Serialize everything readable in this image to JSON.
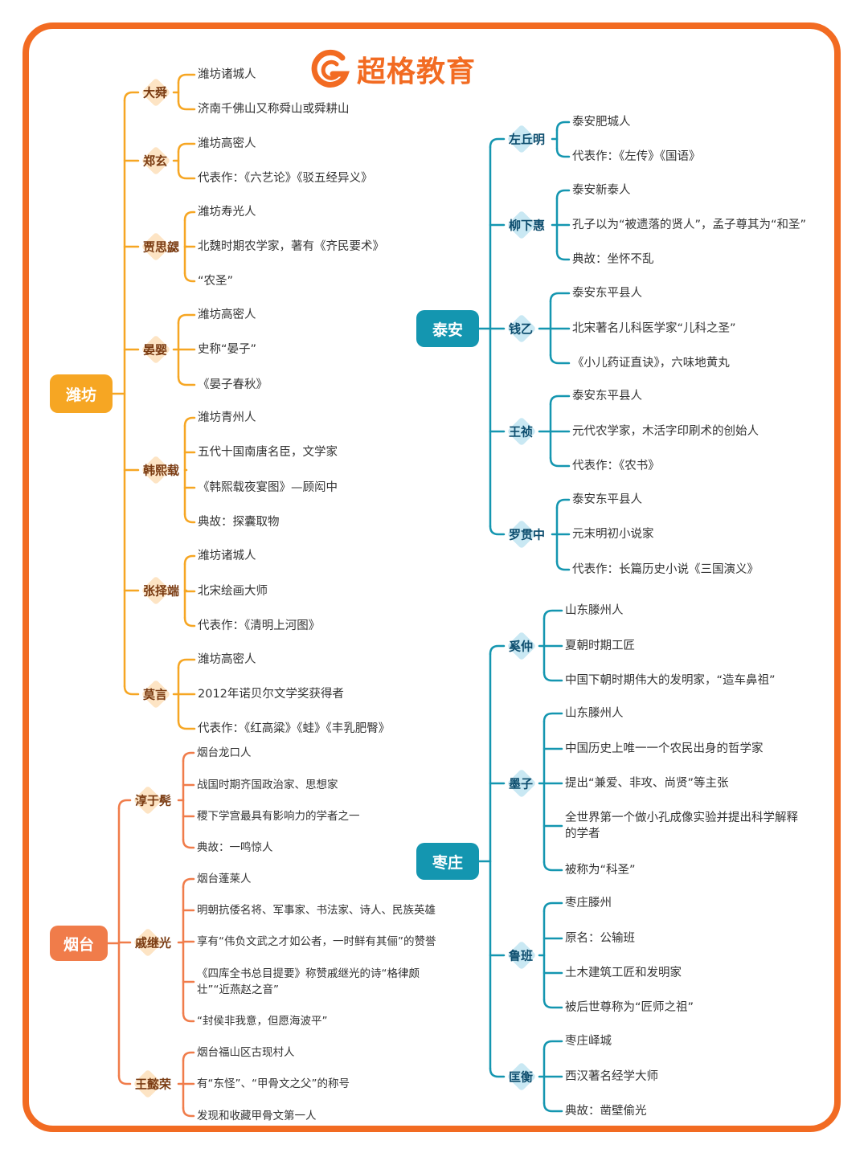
{
  "brand": {
    "name": "超格教育",
    "color": "#f26b22"
  },
  "colors": {
    "weifang": "#f6a623",
    "yantai": "#f07c4a",
    "blue": "#1496b0",
    "badge_orange": "#fde4c4",
    "badge_blue": "#c9e8f3"
  },
  "groups": [
    {
      "key": "weifang",
      "name": "潍坊",
      "people": [
        {
          "name": "大舜",
          "facts": [
            "潍坊诸城人",
            "济南千佛山又称舜山或舜耕山"
          ]
        },
        {
          "name": "郑玄",
          "facts": [
            "潍坊高密人",
            "代表作：《六艺论》《驳五经异义》"
          ]
        },
        {
          "name": "贾思勰",
          "facts": [
            "潍坊寿光人",
            "北魏时期农学家，著有《齐民要术》",
            "“农圣”"
          ]
        },
        {
          "name": "晏婴",
          "facts": [
            "潍坊高密人",
            "史称“晏子”",
            "《晏子春秋》"
          ]
        },
        {
          "name": "韩熙载",
          "facts": [
            "潍坊青州人",
            "五代十国南唐名臣，文学家",
            "《韩熙载夜宴图》—顾闳中",
            "典故：探囊取物"
          ]
        },
        {
          "name": "张择端",
          "facts": [
            "潍坊诸城人",
            "北宋绘画大师",
            "代表作：《清明上河图》"
          ]
        },
        {
          "name": "莫言",
          "facts": [
            "潍坊高密人",
            "2012年诺贝尔文学奖获得者",
            "代表作：《红高粱》《蛙》《丰乳肥臀》"
          ]
        }
      ]
    },
    {
      "key": "yantai",
      "name": "烟台",
      "people": [
        {
          "name": "淳于髡",
          "facts": [
            "烟台龙口人",
            "战国时期齐国政治家、思想家",
            "稷下学宫最具有影响力的学者之一",
            "典故：一鸣惊人"
          ]
        },
        {
          "name": "戚继光",
          "facts": [
            "烟台蓬莱人",
            "明朝抗倭名将、军事家、书法家、诗人、民族英雄",
            "享有“伟负文武之才如公者，一时鲜有其俪”的赞誉",
            "《四库全书总目提要》称赞戚继光的诗“格律颇壮”“近燕赵之音”",
            "“封侯非我意，但愿海波平”"
          ]
        },
        {
          "name": "王懿荣",
          "facts": [
            "烟台福山区古现村人",
            "有“东怪”、“甲骨文之父”的称号",
            "发现和收藏甲骨文第一人"
          ]
        }
      ]
    },
    {
      "key": "taian",
      "name": "泰安",
      "people": [
        {
          "name": "左丘明",
          "facts": [
            "泰安肥城人",
            "代表作：《左传》《国语》"
          ]
        },
        {
          "name": "柳下惠",
          "facts": [
            "泰安新泰人",
            "孔子以为“被遗落的贤人”，孟子尊其为“和圣”",
            "典故：坐怀不乱"
          ]
        },
        {
          "name": "钱乙",
          "facts": [
            "泰安东平县人",
            "北宋著名儿科医学家“儿科之圣”",
            "《小儿药证直诀》，六味地黄丸"
          ]
        },
        {
          "name": "王祯",
          "facts": [
            "泰安东平县人",
            "元代农学家，木活字印刷术的创始人",
            "代表作：《农书》"
          ]
        },
        {
          "name": "罗贯中",
          "facts": [
            "泰安东平县人",
            "元末明初小说家",
            "代表作：长篇历史小说《三国演义》"
          ]
        }
      ]
    },
    {
      "key": "zaozhuang",
      "name": "枣庄",
      "people": [
        {
          "name": "奚仲",
          "facts": [
            "山东滕州人",
            "夏朝时期工匠",
            "中国下朝时期伟大的发明家，“造车鼻祖”"
          ]
        },
        {
          "name": "墨子",
          "facts": [
            "山东滕州人",
            "中国历史上唯一一个农民出身的哲学家",
            "提出“兼爱、非攻、尚贤”等主张",
            "全世界第一个做小孔成像实验并提出科学解释的学者",
            "被称为“科圣”"
          ]
        },
        {
          "name": "鲁班",
          "facts": [
            "枣庄滕州",
            "原名：公输班",
            "土木建筑工匠和发明家",
            "被后世尊称为“匠师之祖”"
          ]
        },
        {
          "name": "匡衡",
          "facts": [
            "枣庄峄城",
            "西汉著名经学大师",
            "典故：凿壁偷光"
          ]
        }
      ]
    }
  ]
}
